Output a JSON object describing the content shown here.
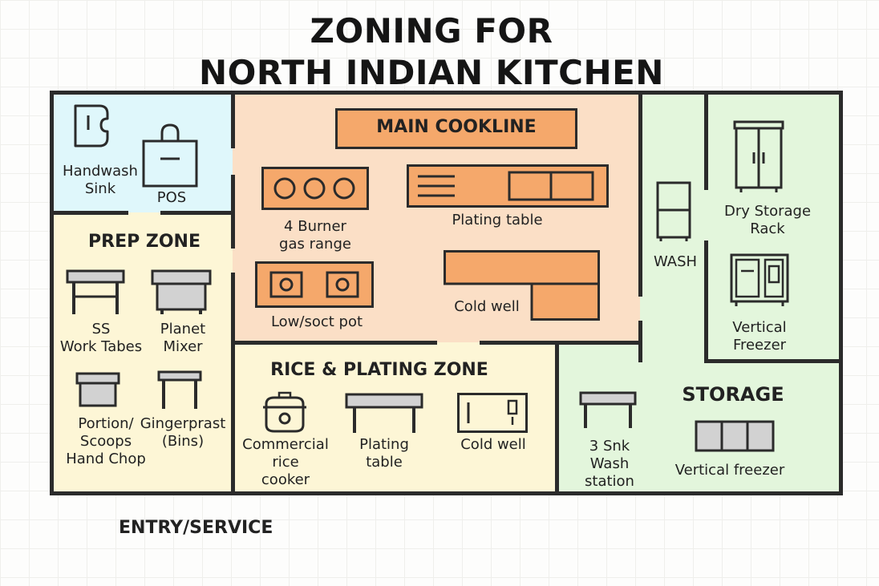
{
  "title": {
    "line1": "ZONING FOR",
    "line2": "NORTH INDIAN KITCHEN"
  },
  "colors": {
    "wall": "#2b2b2b",
    "cashier_zone": "#dff7fb",
    "prep_zone": "#fdf6d6",
    "cookline_zone": "#fbdfc6",
    "equipment_orange": "#f5a86b",
    "storage_zone": "#e3f6dc",
    "equipment_gray": "#d2d2d2"
  },
  "zones": {
    "cashier": {
      "items": [
        {
          "label": "Handwash\nSink",
          "icon": "handwash-sink-icon"
        },
        {
          "label": "POS",
          "icon": "pos-terminal-icon"
        }
      ]
    },
    "prep": {
      "title": "PREP ZONE",
      "items": [
        {
          "label": "SS\nWork Tabes",
          "icon": "work-table-icon"
        },
        {
          "label": "Planet\nMixer",
          "icon": "planet-mixer-icon"
        },
        {
          "label": "Portion/\nScoops\nHand Chop",
          "icon": "portion-bin-icon"
        },
        {
          "label": "Gingerprast\n(Bins)",
          "icon": "bin-stand-icon"
        }
      ]
    },
    "cookline": {
      "title": "MAIN COOKLINE",
      "items": [
        {
          "label": "4 Burner\ngas range",
          "icon": "gas-range-icon"
        },
        {
          "label": "Plating table",
          "icon": "plating-table-icon"
        },
        {
          "label": "Low/soct pot",
          "icon": "stock-pot-range-icon"
        },
        {
          "label": "Cold well",
          "icon": "cold-well-icon"
        }
      ]
    },
    "rice_plating": {
      "title": "RICE & PLATING ZONE",
      "items": [
        {
          "label": "Commercial\nrice\ncooker",
          "icon": "rice-cooker-icon"
        },
        {
          "label": "Plating\ntable",
          "icon": "plating-table-icon"
        },
        {
          "label": "Cold well",
          "icon": "cold-well-icon"
        }
      ]
    },
    "wash": {
      "title": "WASH",
      "icon": "wash-rack-icon"
    },
    "dry_storage": {
      "items": [
        {
          "label": "Dry Storage\nRack",
          "icon": "storage-cabinet-icon"
        },
        {
          "label": "Vertical\nFreezer",
          "icon": "vertical-freezer-icon"
        }
      ]
    },
    "storage": {
      "title": "STORAGE",
      "items": [
        {
          "label": "3 Snk\nWash\nstation",
          "icon": "sink-station-icon"
        },
        {
          "label": "Vertical freezer",
          "icon": "freezer-units-icon"
        }
      ]
    }
  },
  "entry_label": "ENTRY/SERVICE"
}
